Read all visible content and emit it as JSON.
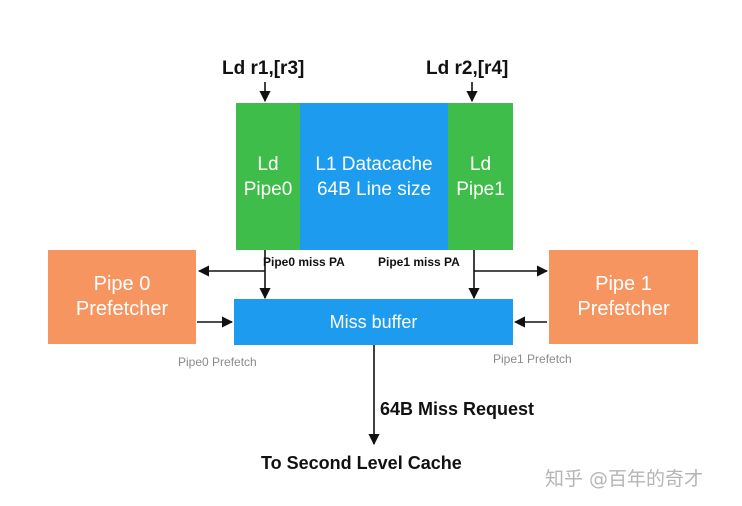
{
  "diagram": {
    "load_left": "Ld r1,[r3]",
    "load_right": "Ld r2,[r4]",
    "pipe0": "Ld\nPipe0",
    "datacache": "L1 Datacache\n64B Line size",
    "pipe1": "Ld\nPipe1",
    "pipe0_miss": "Pipe0 miss PA",
    "pipe1_miss": "Pipe1 miss PA",
    "prefetcher0": "Pipe 0\nPrefetcher",
    "prefetcher1": "Pipe 1\nPrefetcher",
    "miss_buffer": "Miss buffer",
    "prefetch0_label": "Pipe0 Prefetch",
    "prefetch1_label": "Pipe1 Prefetch",
    "miss_request": "64B Miss Request",
    "second_level": "To Second Level Cache"
  },
  "watermark": "知乎 @百年的奇才",
  "colors": {
    "pipe": "#3fbd4a",
    "cache": "#1d9bef",
    "prefetcher": "#f79560",
    "arrow": "#111111"
  }
}
